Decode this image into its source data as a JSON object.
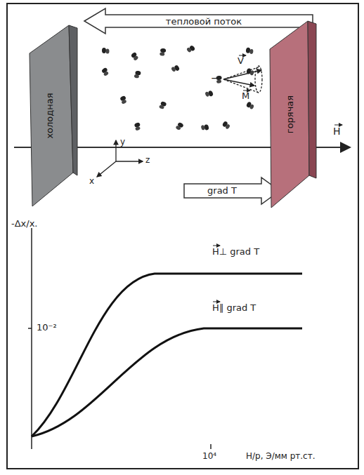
{
  "diagram": {
    "nodes": [
      {
        "text": [
          "холодная"
        ]
      },
      {
        "text": [
          "горячая"
        ]
      }
    ],
    "labels": [
      "тепловой поток",
      "V",
      "M",
      "−",
      "H",
      "y",
      "x",
      "z",
      "grad T",
      "-Δx/x.",
      "10⁻²",
      "H⊥ grad T",
      "H∥ grad T",
      "10⁴",
      "H/p, Э/мм рт.ст."
    ]
  }
}
